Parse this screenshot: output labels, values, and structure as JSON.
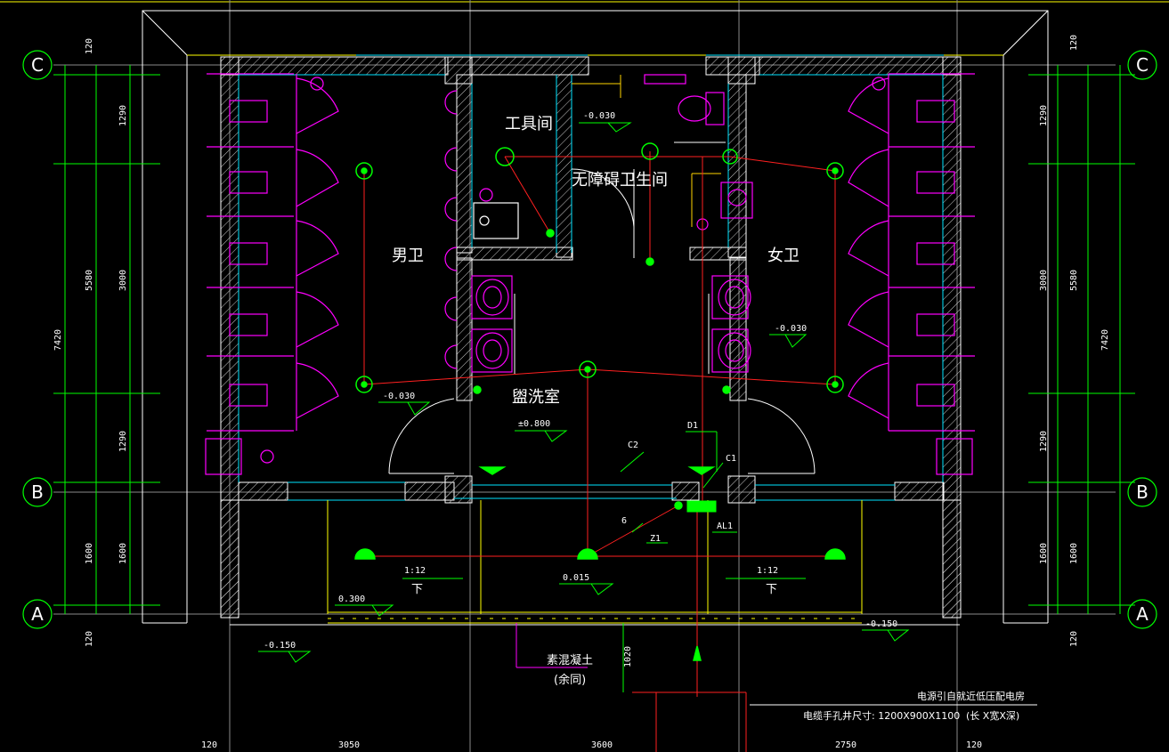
{
  "grid_axes": {
    "a": "A",
    "b": "B",
    "c": "C"
  },
  "rooms": {
    "tool_room": "工具间",
    "accessible_wc": "无障碍卫生间",
    "men": "男卫",
    "women": "女卫",
    "washroom": "盥洗室"
  },
  "levels": {
    "tool_room": "-0.030",
    "left_hall": "-0.030",
    "women": "-0.030",
    "washroom": "±0.800",
    "ramp": "0.015",
    "step_left": "0.300",
    "outside_left": "-0.150",
    "outside_right": "-0.150"
  },
  "ramps": {
    "slope": "1:12",
    "direction": "下"
  },
  "circuits": {
    "c1": "C1",
    "c2": "C2",
    "d1": "D1",
    "z1": "Z1",
    "al1": "AL1",
    "six": "6"
  },
  "dims": {
    "left": {
      "top": "120",
      "d1290a": "1290",
      "d3000": "3000",
      "d1290b": "1290",
      "d1600": "1600",
      "bottom": "120",
      "total_5580": "5580",
      "total_7420": "7420",
      "outer_1600": "1600"
    },
    "right": {
      "top": "120",
      "d1290a": "1290",
      "d3000": "3000",
      "d1290b": "1290",
      "d1600": "1600",
      "bottom": "120",
      "total_5580": "5580",
      "total_7420": "7420"
    },
    "bottom": {
      "d120a": "120",
      "d3050": "3050",
      "d3600": "3600",
      "d2750": "2750",
      "d120b": "120"
    },
    "vertical_1020": "1020"
  },
  "notes": {
    "concrete": "素混凝土",
    "same": "(余同)",
    "power_source": "电源引自就近低压配电房",
    "manhole": "电缆手孔井尺寸: 1200X900X1100",
    "manhole_units": "(长 X宽X深)"
  },
  "colors": {
    "background": "#000000",
    "wall": "#ffffff",
    "hatch": "#c8c8c8",
    "wall_inner": "#00e5ff",
    "fixtures": "#ff00ff",
    "wiring": "#ff2020",
    "lamps": "#00ff00",
    "grid": "#00ff00",
    "guide": "#ffff00",
    "yellow_wire": "#ffd400",
    "axis_line": "#bbbbbb"
  }
}
